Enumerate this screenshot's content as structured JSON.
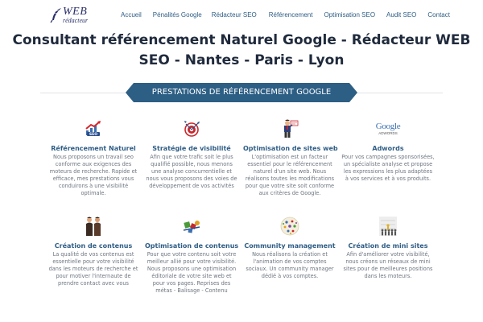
{
  "header": {
    "logo": {
      "word1": "WEB",
      "word2": "rédacteur"
    },
    "nav": [
      {
        "label": "Accueil"
      },
      {
        "label": "Pénalités Google"
      },
      {
        "label": "Rédacteur SEO"
      },
      {
        "label": "Référencement"
      },
      {
        "label": "Optimisation SEO"
      },
      {
        "label": "Audit SEO"
      },
      {
        "label": "Contact"
      }
    ]
  },
  "page": {
    "title": "Consultant référencement Naturel Google - Rédacteur WEB SEO - Nantes - Paris - Lyon",
    "section_banner": "PRESTATIONS DE RÉFÉRENCEMENT GOOGLE"
  },
  "services": [
    {
      "icon": "seo-chart-icon",
      "title": "Référencement Naturel",
      "text": "Nous proposons un travail seo conforme aux exigences des moteurs de recherche. Rapide et efficace, mes prestations vous conduirons à une visibilité optimale."
    },
    {
      "icon": "target-darts-icon",
      "title": "Stratégie de visibilité",
      "text": "Afin que votre trafic soit le plus qualifié possible, nous menons une analyse concurrentielle et nous vous proposons des voies de développement de vos activités"
    },
    {
      "icon": "man-with-sign-icon",
      "title": "Optimisation de sites web",
      "text": "L'optimisation est un facteur essentiel pour le référencement naturel d'un site web. Nous réalisons toutes les modifications pour que votre site soit conforme aux critères de Google."
    },
    {
      "icon": "google-adwords-logo-icon",
      "title": "Adwords",
      "logo_word1": "Google",
      "logo_word2": "ADWORDS",
      "text": "Pour vos campagnes sponsorisées, un spécialiste analyse et propose les expressions les plus adaptées à vos services et à vos produits."
    },
    {
      "icon": "people-talking-icon",
      "title": "Création de contenus",
      "text": "La qualité de vos contenus est essentielle pour votre visibilité dans les moteurs de recherche et pour motiver l'internaute de prendre contact avec vous"
    },
    {
      "icon": "content-tools-icon",
      "title": "Optimisation de contenus",
      "text": "Pour que votre contenu soit votre meilleur allié pour votre visibilité. Nous proposons une optimisation éditoriale de votre site web et pour vos pages. Reprises des métas - Balisage - Contenu"
    },
    {
      "icon": "social-network-globe-icon",
      "title": "Community management",
      "text": "Nous réalisons la création et l'animation de vos comptes sociaux. Un community manager dédié à vos comptes."
    },
    {
      "icon": "mini-sites-crowd-icon",
      "title": "Création de mini sites",
      "text": "Afin d'améliorer votre visibilité, nous créons un réseaux de mini sites pour de meilleures positions dans les moteurs."
    }
  ]
}
